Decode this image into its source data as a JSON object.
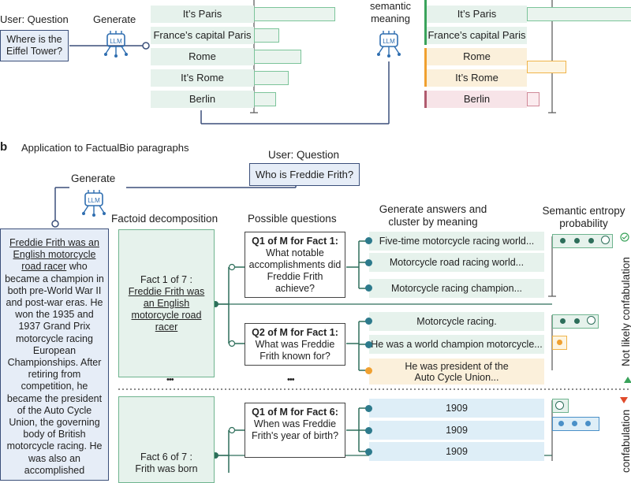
{
  "panel_a": {
    "user_question_label": "User: Question",
    "question": "Where is the Eiffel Tower?",
    "generate_label": "Generate",
    "semantic_label": "semantic\nmeaning",
    "answers": [
      "It’s Paris",
      "France’s capital Paris",
      "Rome",
      "It’s Rome",
      "Berlin"
    ],
    "clustered_answers": [
      "It’s Paris",
      "France’s capital Paris",
      "Rome",
      "It’s Rome",
      "Berlin"
    ]
  },
  "panel_b": {
    "panel_letter": "b",
    "title": "Application to FactualBio paragraphs",
    "user_question_label": "User: Question",
    "question": "Who is Freddie Frith?",
    "generate_label": "Generate",
    "col_factoid": "Factoid decomposition",
    "col_questions": "Possible questions",
    "col_answers": "Generate answers and\ncluster by meaning",
    "col_entropy": "Semantic entropy\nprobability",
    "paragraph_underlined": "Freddie Frith was an English motorcycle road racer",
    "paragraph_rest": " who became a champion in both pre-World War II and post-war eras. He won the 1935 and 1937 Grand Prix motorcycle racing European Championships. After retiring from competition, he became the president of the Auto Cycle Union, the governing body of British motorcycle racing. He was also an accomplished",
    "fact1_prefix": "Fact 1 of 7 :",
    "fact1_text": "Freddie Frith was an English motorcycle road racer",
    "fact6_prefix": "Fact 6 of 7 :",
    "fact6_text": "Frith was born",
    "ellipsis": "•••",
    "q1_title": "Q1 of M for Fact 1:",
    "q1_text": "What notable accomplishments did Freddie Frith achieve?",
    "q2_title": "Q2 of M for Fact 1:",
    "q2_text": "What was Freddie Frith known for?",
    "q3_title": "Q1 of M for Fact 6:",
    "q3_text": "When was Freddie Frith's year of birth?",
    "q1_answers": [
      "Five-time motorcycle racing world...",
      "Motorcycle road racing world...",
      "Motorcycle racing champion..."
    ],
    "q2_answers": [
      "Motorcycle racing.",
      "He was a world champion motorcycle...",
      "He was president of the Auto Cycle Union..."
    ],
    "q3_answers": [
      "1909",
      "1909",
      "1909"
    ],
    "side_label_top": "Not likely confabulation",
    "side_label_bottom": "confabulation",
    "colors": {
      "green": "#6fb48f",
      "blue": "#4a90c8",
      "orange": "#f0a030",
      "navy": "#3b4f7a"
    }
  }
}
